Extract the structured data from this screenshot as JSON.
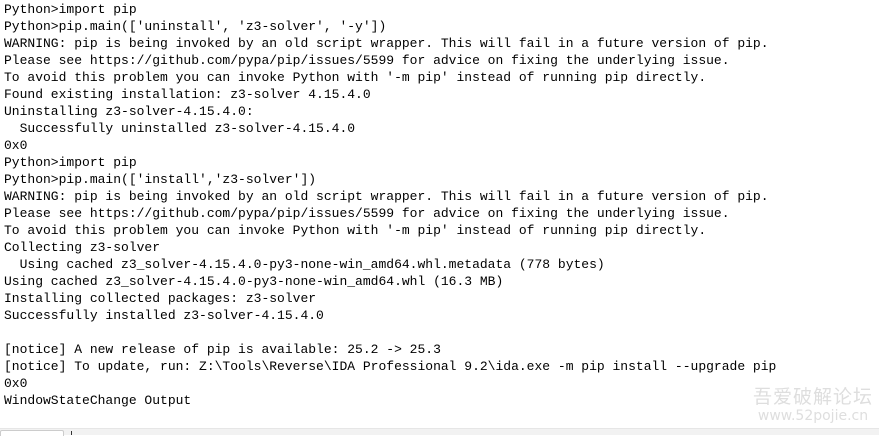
{
  "console": {
    "lines": [
      "Python>import pip",
      "Python>pip.main(['uninstall', 'z3-solver', '-y'])",
      "WARNING: pip is being invoked by an old script wrapper. This will fail in a future version of pip.",
      "Please see https://github.com/pypa/pip/issues/5599 for advice on fixing the underlying issue.",
      "To avoid this problem you can invoke Python with '-m pip' instead of running pip directly.",
      "Found existing installation: z3-solver 4.15.4.0",
      "Uninstalling z3-solver-4.15.4.0:",
      "  Successfully uninstalled z3-solver-4.15.4.0",
      "0x0",
      "Python>import pip",
      "Python>pip.main(['install','z3-solver'])",
      "WARNING: pip is being invoked by an old script wrapper. This will fail in a future version of pip.",
      "Please see https://github.com/pypa/pip/issues/5599 for advice on fixing the underlying issue.",
      "To avoid this problem you can invoke Python with '-m pip' instead of running pip directly.",
      "Collecting z3-solver",
      "  Using cached z3_solver-4.15.4.0-py3-none-win_amd64.whl.metadata (778 bytes)",
      "Using cached z3_solver-4.15.4.0-py3-none-win_amd64.whl (16.3 MB)",
      "Installing collected packages: z3-solver",
      "Successfully installed z3-solver-4.15.4.0",
      "",
      "[notice] A new release of pip is available: 25.2 -> 25.3",
      "[notice] To update, run: Z:\\Tools\\Reverse\\IDA Professional 9.2\\ida.exe -m pip install --upgrade pip",
      "0x0",
      "WindowStateChange Output"
    ]
  },
  "watermark": {
    "cn": "吾爱破解论坛",
    "url": "www.52pojie.cn"
  }
}
